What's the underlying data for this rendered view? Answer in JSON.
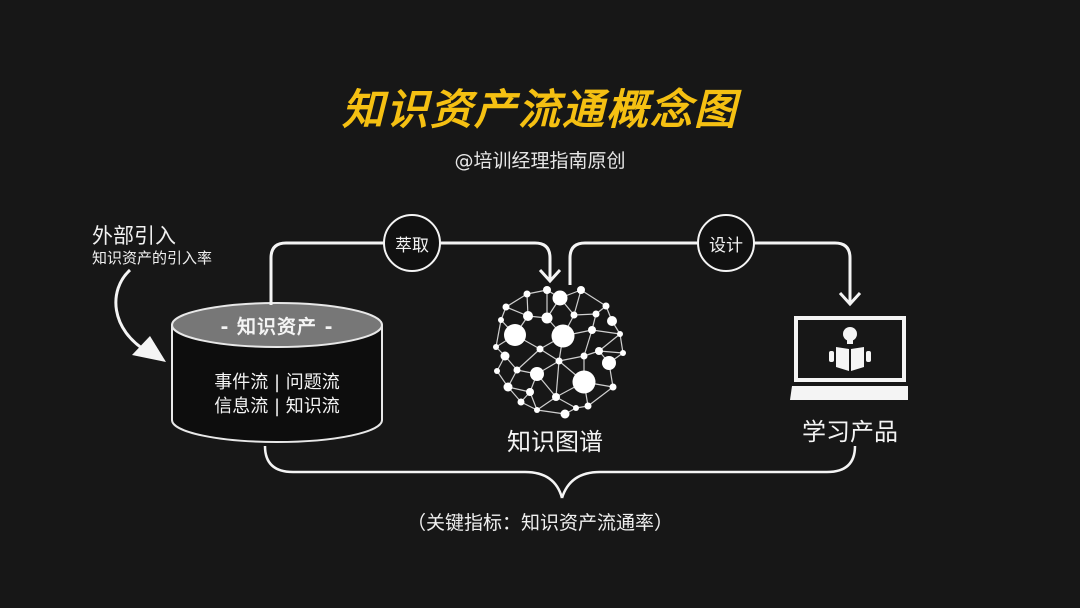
{
  "header": {
    "title": "知识资产流通概念图",
    "subtitle": "@培训经理指南原创"
  },
  "external": {
    "title": "外部引入",
    "subtitle": "知识资产的引入率"
  },
  "knowledge_asset": {
    "label": "- 知识资产 -",
    "line1": "事件流 | 问题流",
    "line2": "信息流 | 知识流"
  },
  "connectors": {
    "extract": "萃取",
    "design": "设计"
  },
  "knowledge_graph": {
    "label": "知识图谱",
    "icon": "network-graph-icon"
  },
  "learning_product": {
    "label": "学习产品",
    "icon": "laptop-reader-icon"
  },
  "footer": {
    "metric": "（关键指标：知识资产流通率）"
  },
  "colors": {
    "background": "#171717",
    "title": "#f5c012",
    "line": "#f4f4f4",
    "cylinder_top": "#777777",
    "cylinder_body": "#0d0d0d"
  }
}
